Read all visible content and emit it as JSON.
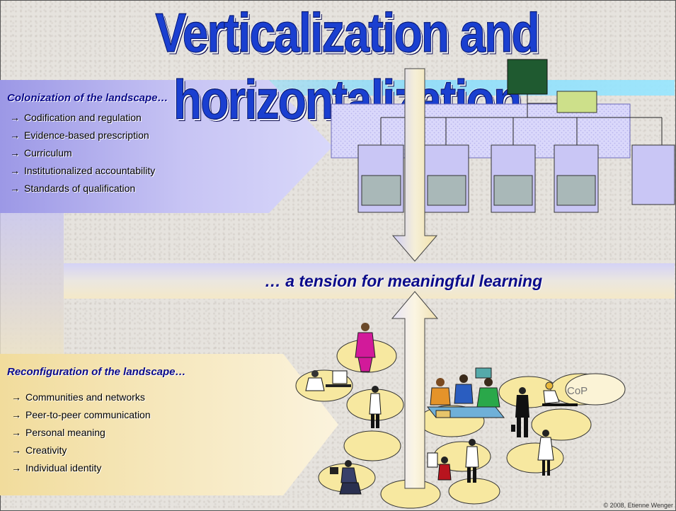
{
  "title": "Verticalization and horizontalization",
  "colonization": {
    "heading": "Colonization of the landscape…",
    "items": [
      "Codification and regulation",
      "Evidence-based prescription",
      "Curriculum",
      "Institutionalized accountability",
      "Standards of qualification"
    ]
  },
  "tension": "… a tension for meaningful learning",
  "reconfiguration": {
    "heading": "Reconfiguration of the landscape…",
    "items": [
      "Communities and networks",
      "Peer-to-peer communication",
      "Personal meaning",
      "Creativity",
      "Individual identity"
    ]
  },
  "cop_label": "CoP",
  "arrow_glyph": "→",
  "copyright": "© 2008, Etienne Wenger",
  "colors": {
    "title_blue": "#1a3fd0",
    "heading_navy": "#0b0b8a",
    "org_box": "#c9c6f5",
    "org_top": "#1f5a30",
    "org_second": "#cde08a",
    "ellipse_fill": "#f7e8a0"
  }
}
